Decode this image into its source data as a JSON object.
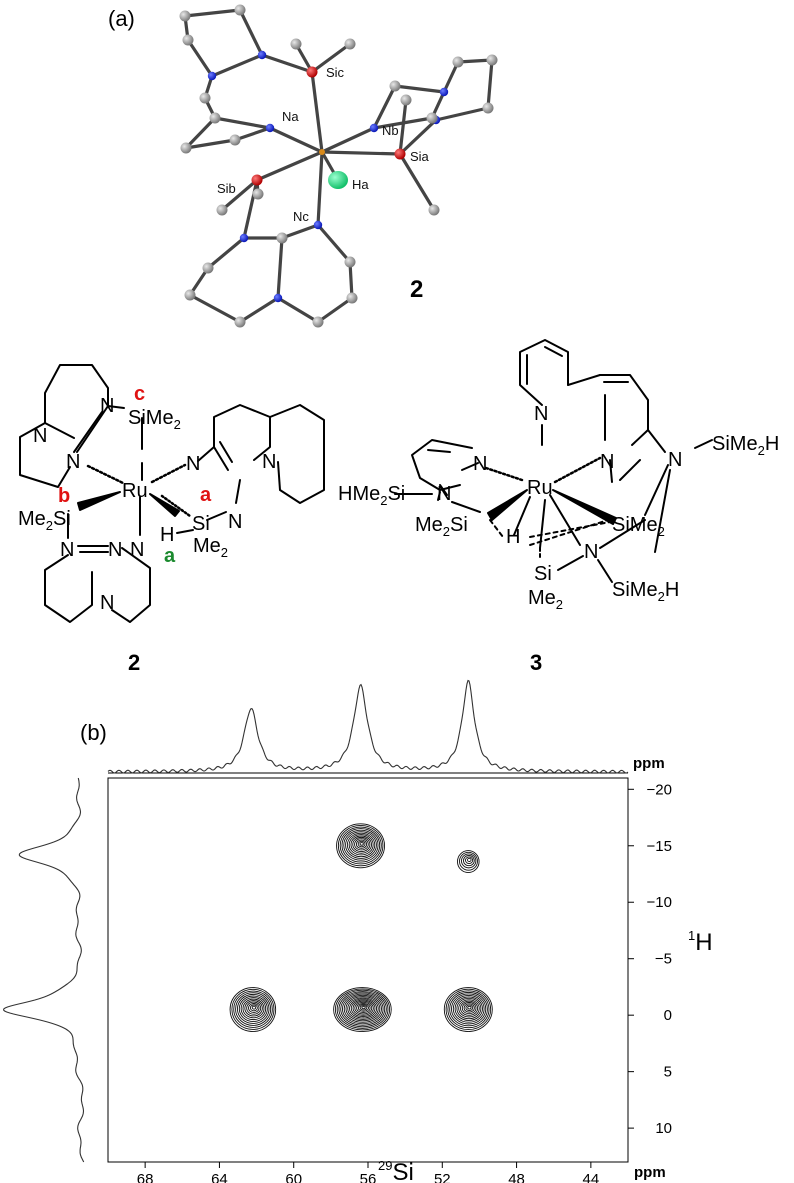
{
  "panel_a": {
    "label": "(a)",
    "compound_number": "2",
    "atom_labels": {
      "sic": "Sic",
      "na": "Na",
      "nb": "Nb",
      "sia": "Sia",
      "sib": "Sib",
      "ha": "Ha",
      "nc": "Nc"
    },
    "colors": {
      "carbon": "#9a9a9a",
      "nitrogen": "#1a2ff0",
      "silicon": "#e01212",
      "hydride": "#2ee08a",
      "ruthenium": "#d98a1a",
      "bond": "#444444"
    }
  },
  "structure_2": {
    "number": "2",
    "metal": "Ru",
    "sime2_c": "SiMe2",
    "me2si_b": "Me2Si",
    "si_a": "Si",
    "me2_a": "Me2",
    "h_a": "H",
    "n_label": "N",
    "site_labels": {
      "c": "c",
      "b": "b",
      "a_si": "a",
      "a_h": "a"
    },
    "site_colors": {
      "si_sites": "#e01212",
      "h_site": "#1b8a2e"
    }
  },
  "structure_3": {
    "number": "3",
    "metal": "Ru",
    "hme2si": "HMe2Si",
    "me2si": "Me2Si",
    "sime2_right": "SiMe2",
    "sime2h_top": "SiMe2H",
    "sime2h_bottom": "SiMe2H",
    "si": "Si",
    "me2": "Me2",
    "h": "H",
    "n_label": "N"
  },
  "panel_b": {
    "label": "(b)",
    "x_unit": "ppm",
    "y_unit": "ppm",
    "x_nucleus_mass": "29",
    "x_nucleus": "Si",
    "y_nucleus_mass": "1",
    "y_nucleus": "H"
  },
  "chart_data": {
    "type": "heatmap",
    "subtype": "2D 1H-29Si HMQC contour spectrum",
    "x_axis": {
      "label": "29Si",
      "unit": "ppm",
      "range": [
        70,
        42
      ],
      "reversed": true,
      "ticks": [
        68,
        64,
        60,
        56,
        52,
        48,
        44
      ]
    },
    "y_axis": {
      "label": "1H",
      "unit": "ppm",
      "range": [
        -21,
        13
      ],
      "position": "right",
      "ticks": [
        -20,
        -15,
        -10,
        -5,
        0,
        5,
        10
      ]
    },
    "cross_peaks": [
      {
        "si_ppm": 56.4,
        "h_ppm": -15.0,
        "relative_size": 1.0
      },
      {
        "si_ppm": 50.6,
        "h_ppm": -13.6,
        "relative_size": 0.45
      },
      {
        "si_ppm": 62.2,
        "h_ppm": -0.5,
        "relative_size": 0.95
      },
      {
        "si_ppm": 56.3,
        "h_ppm": -0.5,
        "relative_size": 1.2
      },
      {
        "si_ppm": 50.6,
        "h_ppm": -0.5,
        "relative_size": 1.0
      }
    ],
    "projection_si": [
      {
        "ppm": 62.3,
        "height": 0.7,
        "width": 0.45
      },
      {
        "ppm": 56.4,
        "height": 0.95,
        "width": 0.45
      },
      {
        "ppm": 50.6,
        "height": 1.0,
        "width": 0.4
      }
    ],
    "projection_h": [
      {
        "ppm": -14.2,
        "height": 0.75,
        "width": 1.1
      },
      {
        "ppm": -0.5,
        "height": 1.0,
        "width": 1.0
      }
    ]
  }
}
